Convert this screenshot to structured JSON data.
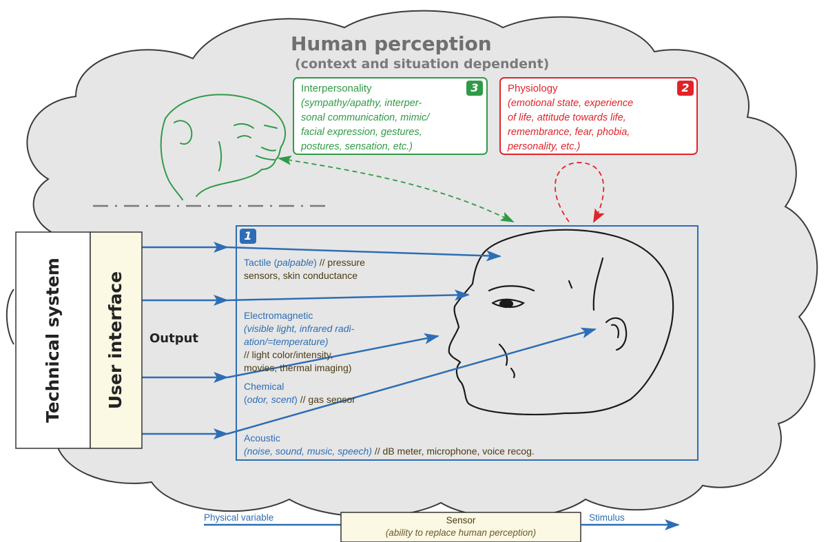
{
  "title": "Human perception",
  "subtitle": "(context and situation dependent)",
  "interpersonality": {
    "number": "3",
    "heading": "Interpersonality",
    "lines": [
      "(sympathy/apathy, interper-",
      "sonal communication, mimic/",
      "facial expression, gestures,",
      "postures, sensation, etc.)"
    ]
  },
  "physiology": {
    "number": "2",
    "heading": "Physiology",
    "lines": [
      "(emotional state, experience",
      "of life, attitude towards life,",
      "remembrance, fear, phobia,",
      "personality, etc.)"
    ]
  },
  "channels_box": {
    "number": "1"
  },
  "channels": {
    "tactile": {
      "name": "Tactile (",
      "detail": "palpable",
      "close": ")",
      "sensors": " // pressure",
      "sensors2": "sensors, skin conductance"
    },
    "electromagnetic": {
      "name": "Electromagnetic",
      "detail1": "(visible light, infrared radi-",
      "detail2": "ation/=temperature)",
      "sensors1": "// light color/intensity,",
      "sensors2": "movies, thermal imaging)"
    },
    "chemical": {
      "name": "Chemical",
      "open": "(",
      "detail": "odor, scent",
      "close": ")",
      "sensors": " // gas sensor"
    },
    "acoustic": {
      "name": "Acoustic",
      "detail": "(noise, sound, music, speech)",
      "sensors": " // dB meter, microphone, voice recog."
    }
  },
  "technical_system": "Technical system",
  "user_interface": "User interface",
  "output": "Output",
  "legend": {
    "physical_variable": "Physical variable",
    "sensor": "Sensor",
    "sensor_note": "(ability to replace human perception)",
    "stimulus": "Stimulus"
  },
  "colors": {
    "green": "#2f9a47",
    "red": "#e0232a",
    "blue": "#2d6db5",
    "brown": "#4a3b14",
    "cloud_fill": "#e6e6e6",
    "ui_fill": "#fbf8e3"
  }
}
